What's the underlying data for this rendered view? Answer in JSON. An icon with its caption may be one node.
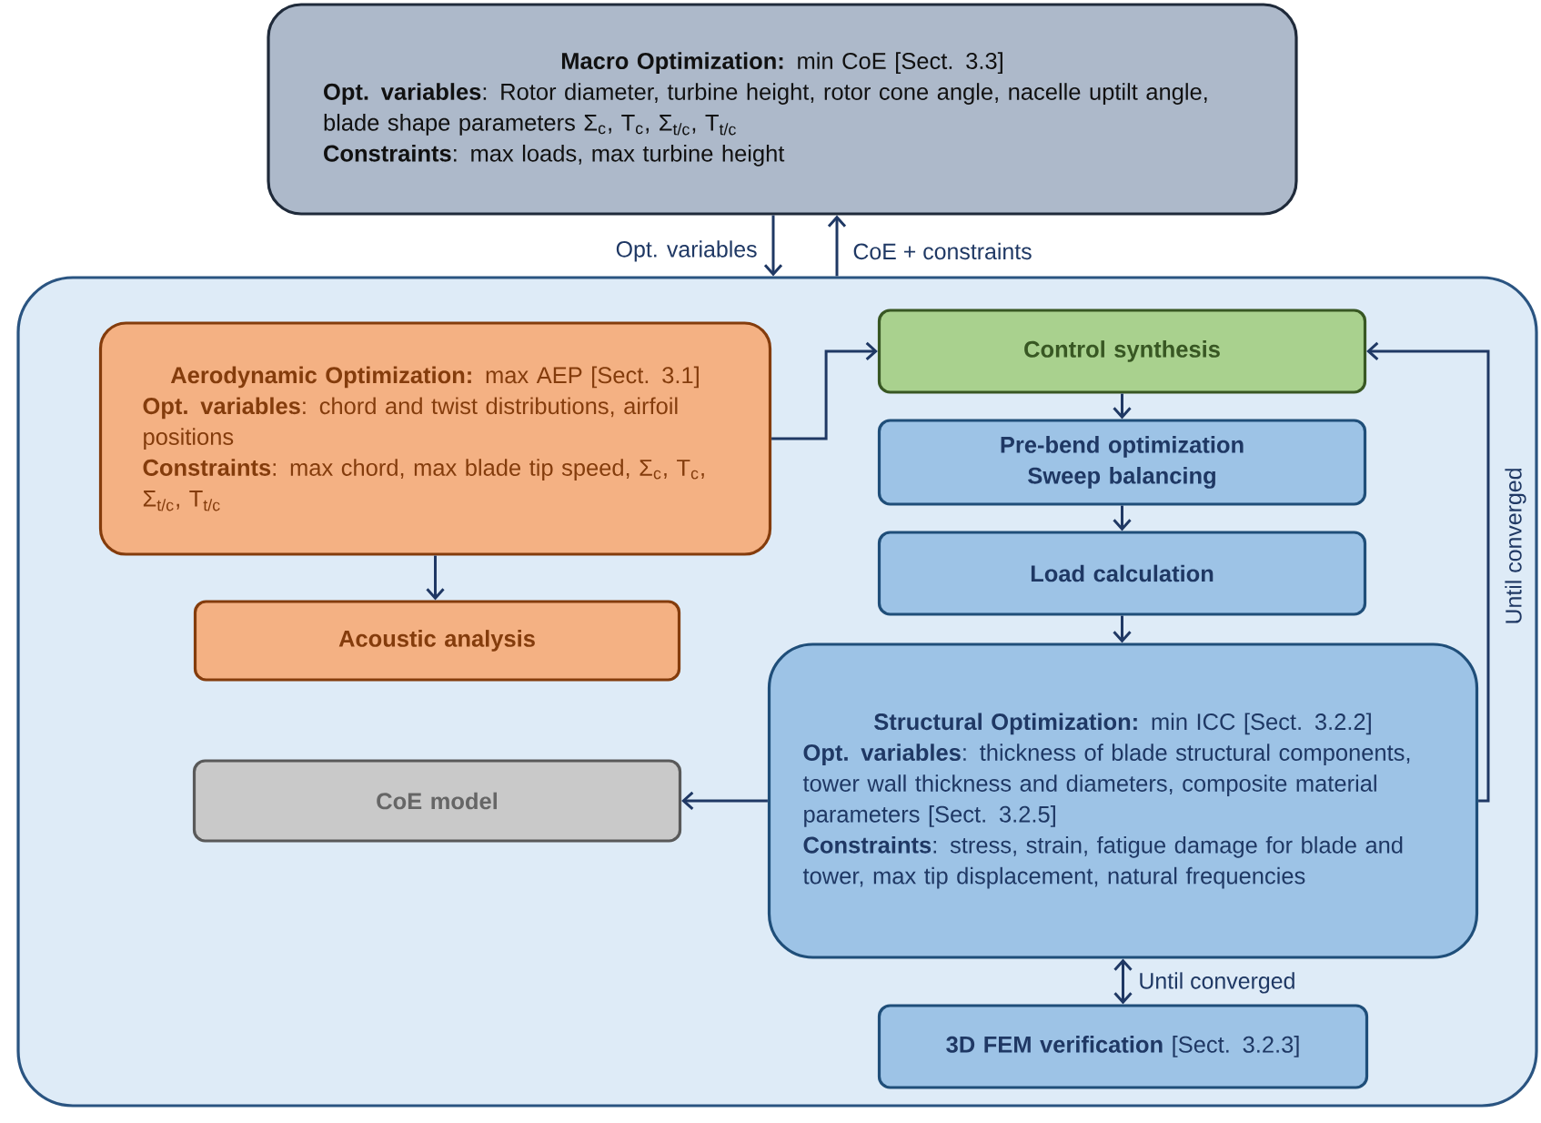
{
  "diagram": {
    "nodes": [
      {
        "text": [
          "**Macro Optimization:** min CoE [Sect. 3.3]",
          "**Opt. variables**: Rotor diameter, turbine height, rotor cone angle, nacelle uptilt angle, blade shape parameters Σ$_{c}$, T$_{c}$, Σ$_{t/c}$, T$_{t/c}$",
          "**Constraints**: max loads, max turbine height"
        ]
      },
      {
        "text": [],
        "shape": "box"
      },
      {
        "text": [
          "**Aerodynamic Optimization:** max AEP [Sect. 3.1]",
          "**Opt. variables**: chord and twist distributions, airfoil positions",
          "**Constraints**: max chord, max blade tip speed, Σ$_{c}$, T$_{c}$, Σ$_{t/c}$, T$_{t/c}$"
        ],
        "in": 1
      },
      {
        "text": [
          "Acoustic analysis"
        ],
        "in": 1
      },
      {
        "text": [
          "CoE model"
        ],
        "in": 1
      },
      {
        "text": [
          "Control  synthesis"
        ],
        "in": 1
      },
      {
        "text": [
          "Pre-bend optimization",
          "Sweep balancing"
        ],
        "in": 1
      },
      {
        "text": [
          "Load calculation"
        ],
        "in": 1
      },
      {
        "text": [
          "**Structural Optimization:** min ICC [Sect. 3.2.2]",
          "**Opt. variables**: thickness of blade structural components, tower wall thickness and diameters, composite material parameters [Sect. 3.2.5]",
          "**Constraints**: stress, strain, fatigue damage for blade and tower, max tip displacement, natural frequencies"
        ],
        "in": 1
      },
      {
        "text": [
          "**3D FEM verification** [Sect. 3.2.3]"
        ],
        "in": 1
      }
    ],
    "edges": [
      {
        "from": 0,
        "to": 1,
        "arrow": "to",
        "label": "Opt. variables"
      },
      {
        "from": 1,
        "to": 0,
        "arrow": "to",
        "label": "CoE + constraints"
      },
      {
        "from": 2,
        "to": 5,
        "arrow": "to"
      },
      {
        "from": 2,
        "to": 3,
        "arrow": "to"
      },
      {
        "from": 5,
        "to": 6,
        "arrow": "to"
      },
      {
        "from": 6,
        "to": 7,
        "arrow": "to"
      },
      {
        "from": 7,
        "to": 8,
        "arrow": "to"
      },
      {
        "from": 8,
        "to": 4,
        "arrow": "to"
      },
      {
        "from": 8,
        "to": 5,
        "arrow": "to",
        "label": "Until converged"
      },
      {
        "from": 8,
        "to": 9,
        "arrow": "both",
        "label": "Until converged"
      }
    ]
  }
}
